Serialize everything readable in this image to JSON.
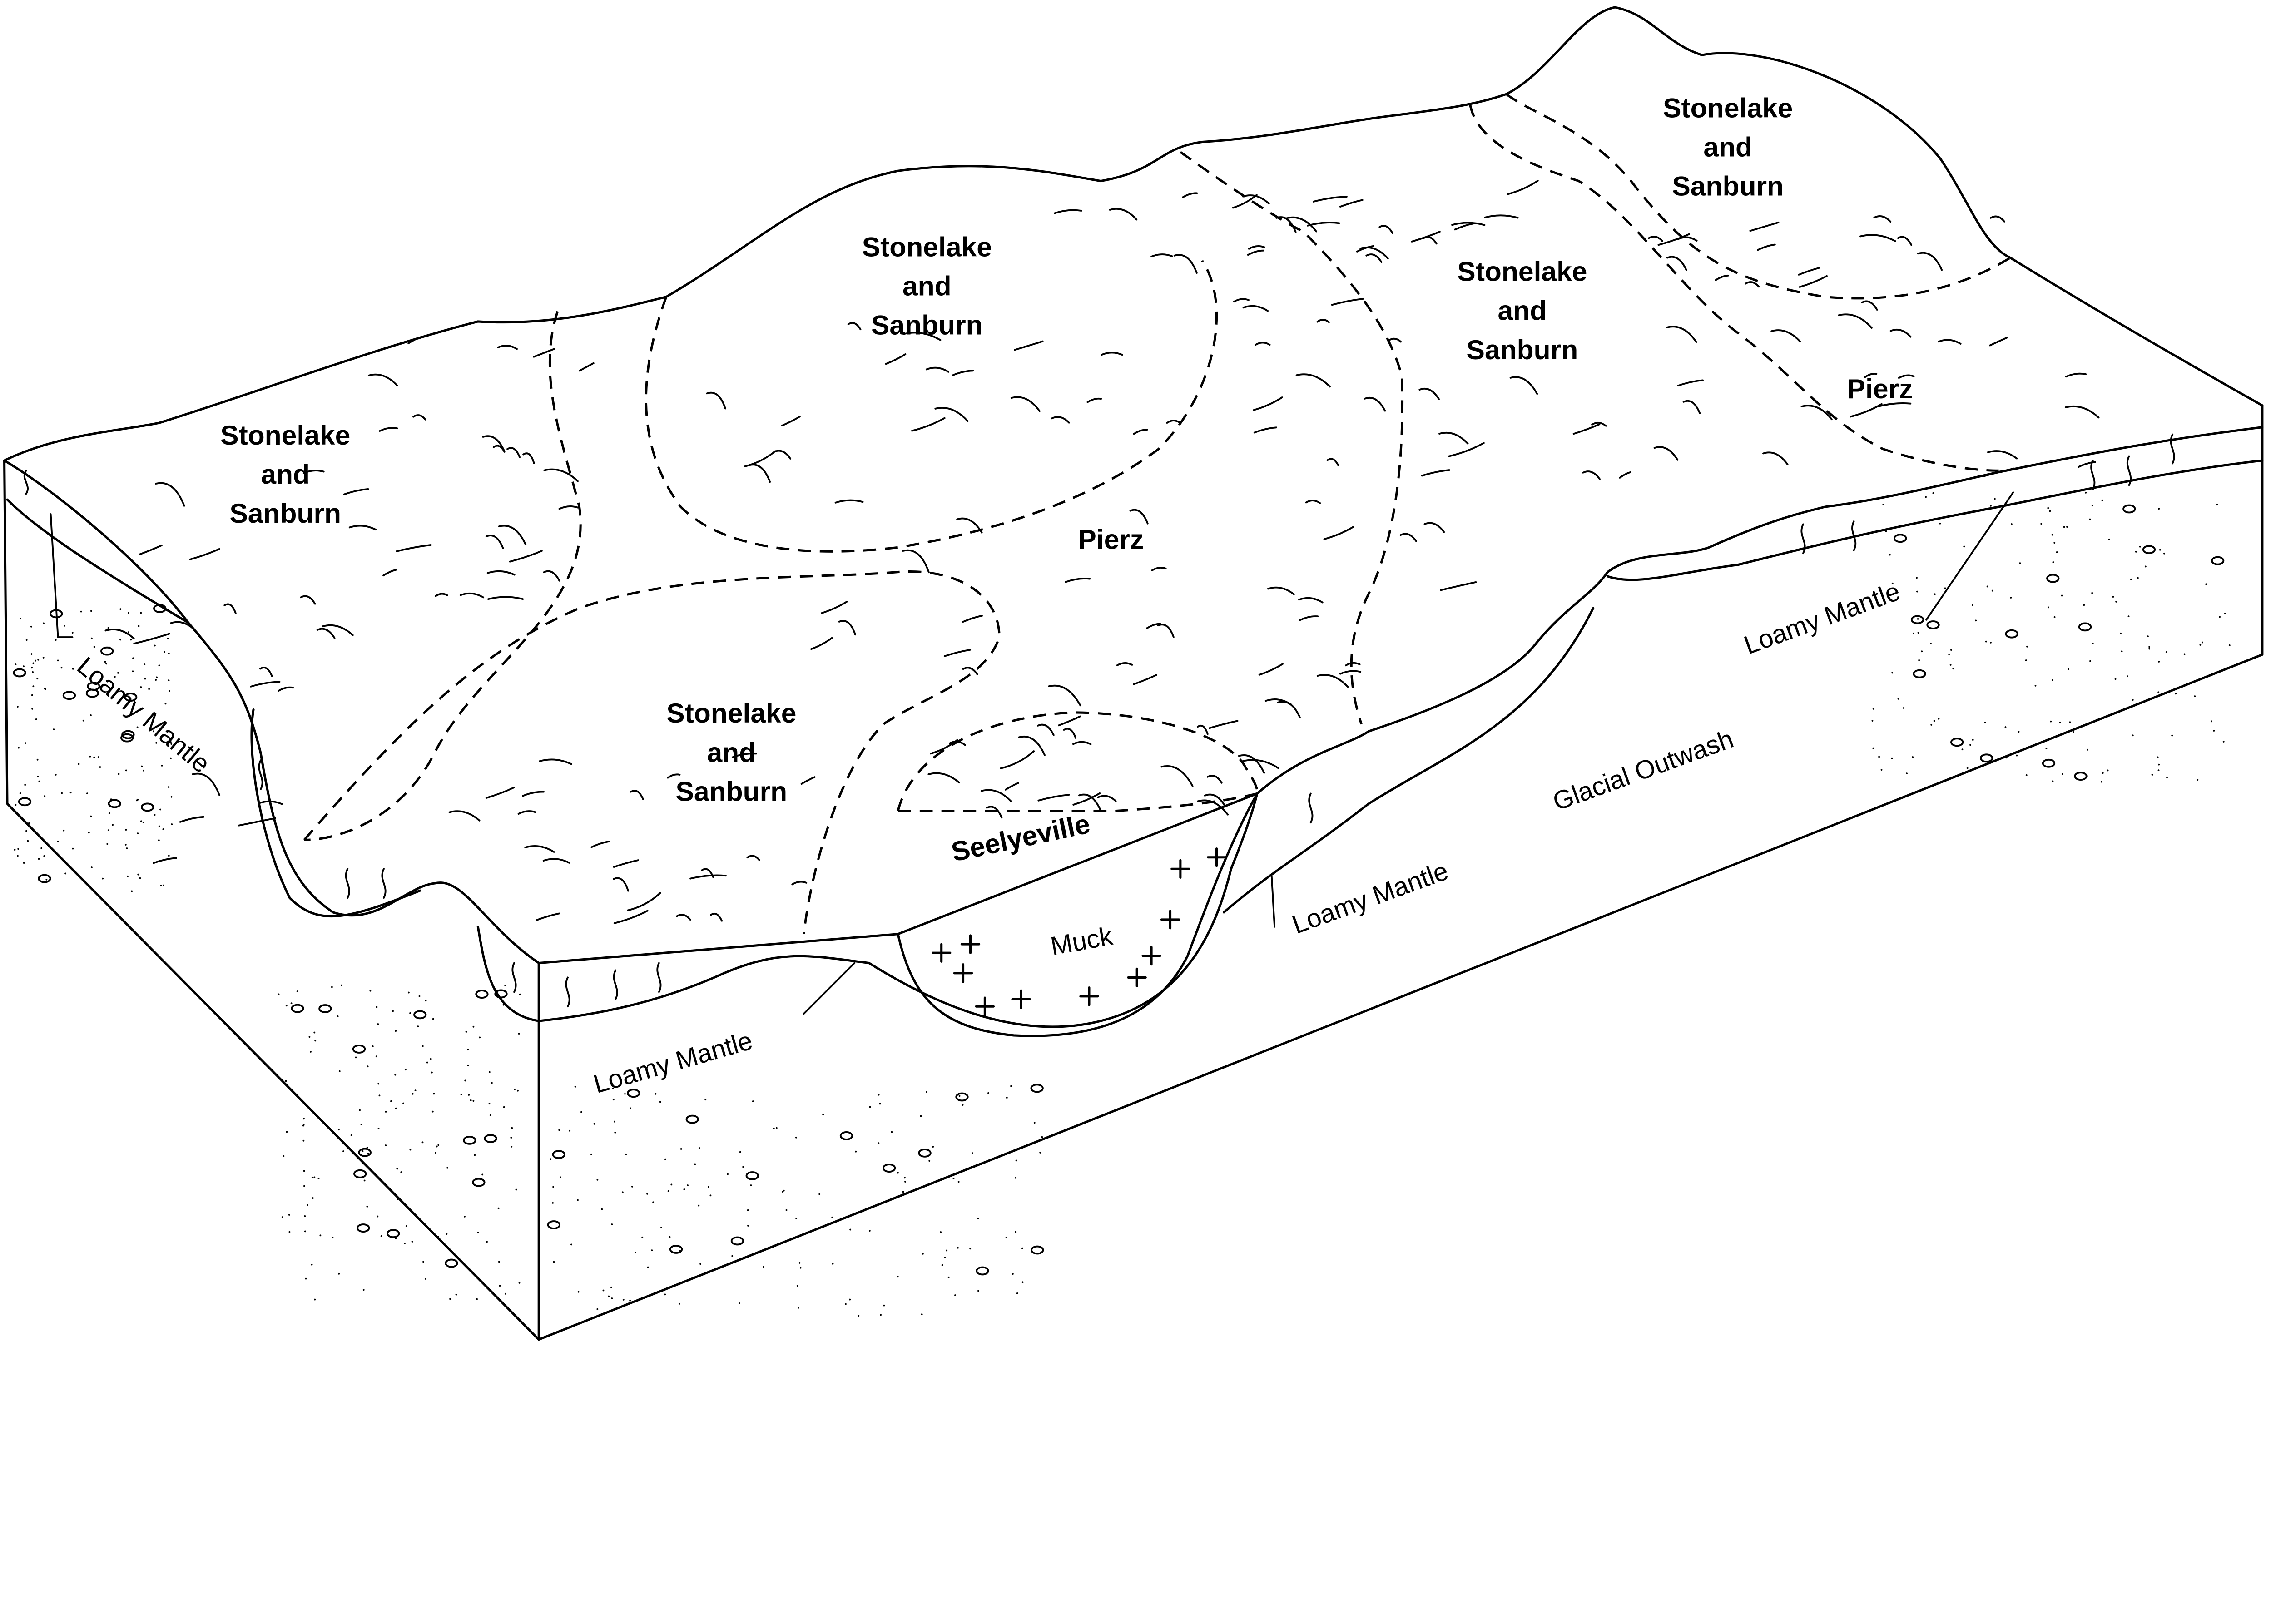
{
  "title_labels": {
    "unit_a": [
      "Stonelake",
      "and",
      "Sanburn"
    ],
    "pierz": "Pierz",
    "seelyeville": "Seelyeville",
    "muck": "Muck",
    "loamy_mantle": "Loamy Mantle",
    "glacial_outwash": "Glacial Outwash"
  },
  "colors": {
    "ink": "#000000",
    "background": "#ffffff"
  }
}
